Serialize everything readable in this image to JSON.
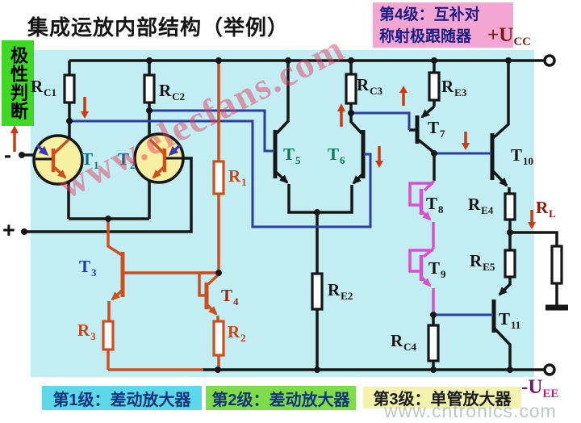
{
  "title": "集成运放内部结构（举例）",
  "stage4_box": {
    "line1": "第4级：互补对",
    "line2": "称射极跟随器"
  },
  "power": {
    "ucc_main": "+U",
    "ucc_sub": "CC",
    "uee_main": "-U",
    "uee_sub": "EE"
  },
  "polarity_label": "极性判断",
  "inputs": {
    "minus": "-",
    "plus": "+"
  },
  "stages": [
    {
      "label": "第1级：差动放大器"
    },
    {
      "label": "第2级：差动放大器"
    },
    {
      "label": "第3级：单管放大器"
    }
  ],
  "watermarks": {
    "diagonal": "www.elecfans.com",
    "bottom": "www.cntronics.com"
  },
  "colors": {
    "panel": "#c2eef3",
    "wire": "#161616",
    "signal_wire": "#2b3f9e",
    "bias_wire": "#cf4e1e",
    "diode_wire": "#d94fd0",
    "current_arrow": "#cd3a12",
    "transistor_fill": "#f7f0a0",
    "stage4_bg": "#f3a6d2",
    "polarity_bg": "#3fd824",
    "stage1_bg": "#5cd8e8",
    "stage2_bg": "#7edc49",
    "stage3_bg": "#f2f2ac"
  },
  "labels": {
    "rc1": {
      "main": "R",
      "sub": "C1"
    },
    "rc2": {
      "main": "R",
      "sub": "C2"
    },
    "rc3": {
      "main": "R",
      "sub": "C3"
    },
    "rc4": {
      "main": "R",
      "sub": "C4"
    },
    "re2": {
      "main": "R",
      "sub": "E2"
    },
    "re3": {
      "main": "R",
      "sub": "E3"
    },
    "re4": {
      "main": "R",
      "sub": "E4"
    },
    "re5": {
      "main": "R",
      "sub": "E5"
    },
    "r1": {
      "main": "R",
      "sub": "1"
    },
    "r2": {
      "main": "R",
      "sub": "2"
    },
    "r3": {
      "main": "R",
      "sub": "3"
    },
    "rl": {
      "main": "R",
      "sub": "L"
    },
    "t1": {
      "main": "T",
      "sub": "1"
    },
    "t2": {
      "main": "T",
      "sub": "2"
    },
    "t3": {
      "main": "T",
      "sub": "3"
    },
    "t4": {
      "main": "T",
      "sub": "4"
    },
    "t5": {
      "main": "T",
      "sub": "5"
    },
    "t6": {
      "main": "T",
      "sub": "6"
    },
    "t7": {
      "main": "T",
      "sub": "7"
    },
    "t8": {
      "main": "T",
      "sub": "8"
    },
    "t9": {
      "main": "T",
      "sub": "9"
    },
    "t10": {
      "main": "T",
      "sub": "10"
    },
    "t11": {
      "main": "T",
      "sub": "11"
    }
  }
}
